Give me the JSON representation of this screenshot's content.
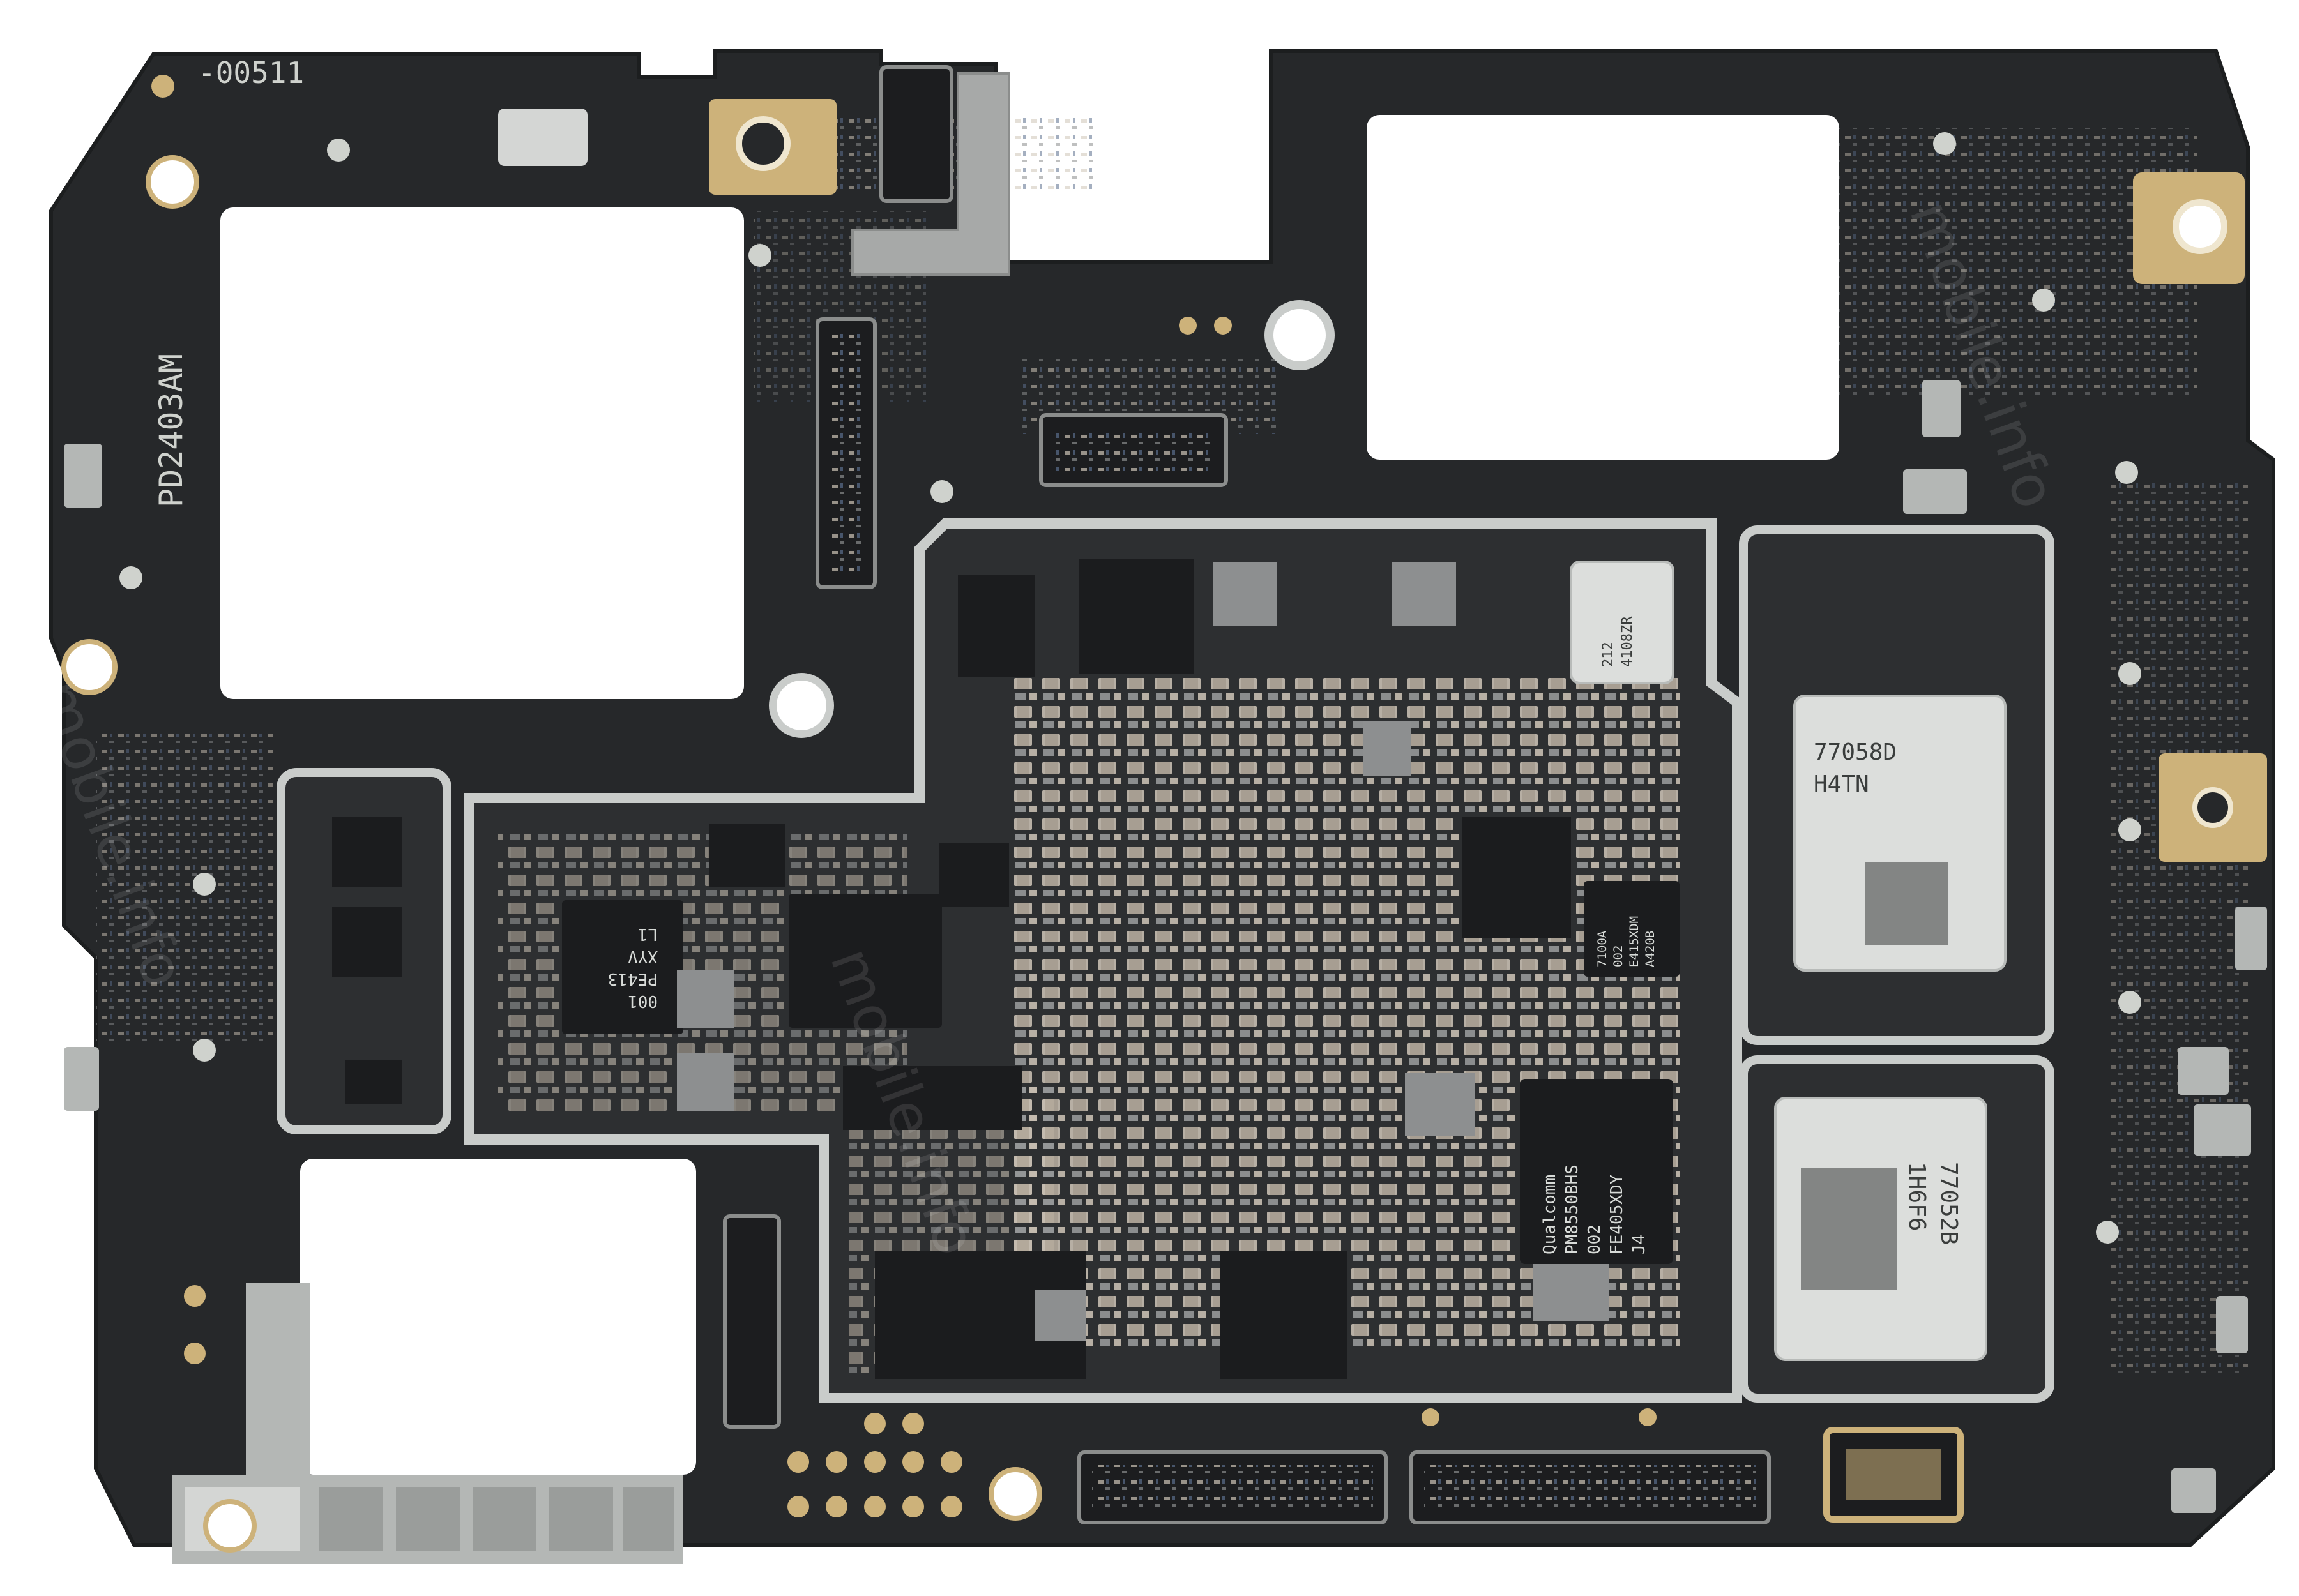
{
  "board": {
    "colors": {
      "pcb": "#26282a",
      "pcb_edge": "#1c1e1f",
      "shield": "#c9ccca",
      "gold": "#cdb27a",
      "chip": "#1b1c1e",
      "cap_light": "#cfc5b8",
      "cap_grey": "#8d8f90"
    },
    "silkscreen": {
      "top_code": "-00511",
      "model": "PD2403AM"
    },
    "chips": {
      "rf_a_line1": "77058D",
      "rf_a_line2": "H4TN",
      "rf_b_line1": "77052B",
      "rf_b_line2": "1H6F6",
      "pmic_line1": "Qualcomm",
      "pmic_line2": "PM8550BHS",
      "pmic_line3": "002",
      "pmic_line4": "FE405XDY",
      "pmic_line5": "J4",
      "pmic_left_line1": "001",
      "pmic_left_line2": "PE413",
      "pmic_left_line3": "XYV",
      "pmic_left_line4": "L1",
      "small_a_line1": "7100A",
      "small_a_line2": "002",
      "small_a_line3": "E415XDM",
      "small_a_line4": "A420B",
      "small_b_line1": "212",
      "small_b_line2": "4108ZR"
    },
    "watermark": "mobile.info"
  }
}
